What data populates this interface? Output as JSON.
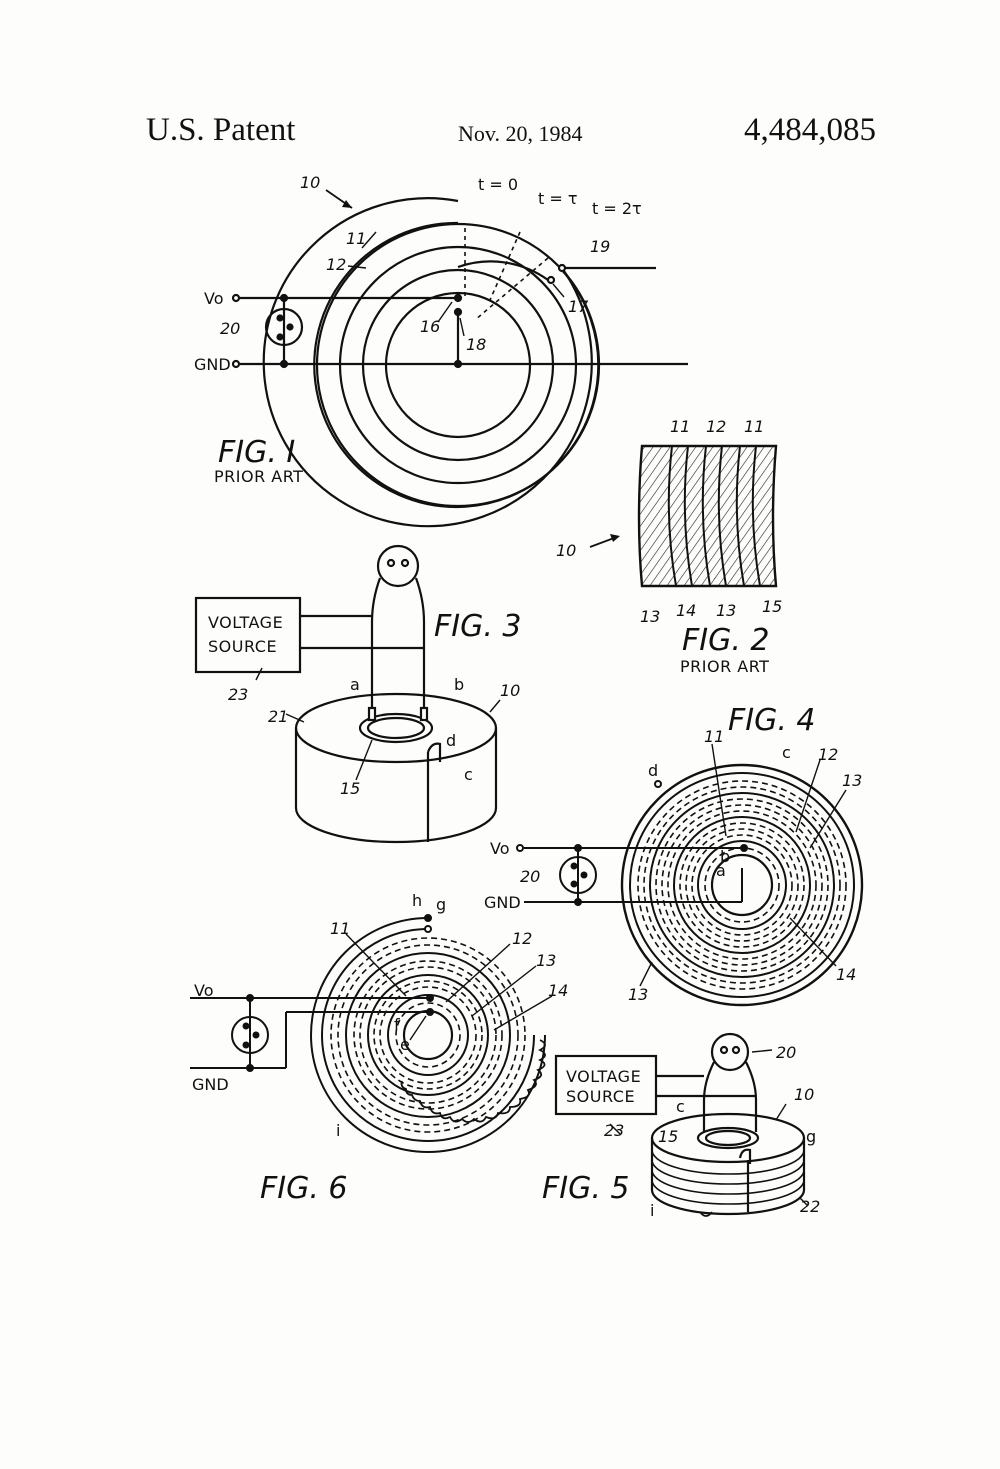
{
  "header": {
    "left": "U.S. Patent",
    "date": "Nov. 20, 1984",
    "number": "4,484,085"
  },
  "fig1": {
    "title": "FIG. I",
    "caption": "PRIOR ART",
    "ref_10": "10",
    "ref_11": "11",
    "ref_12": "12",
    "ref_16": "16",
    "ref_17": "17",
    "ref_18": "18",
    "ref_19": "19",
    "ref_20": "20",
    "vo": "Vo",
    "gnd": "GND",
    "t0": "t = 0",
    "t1": "t = τ",
    "t2": "t = 2τ"
  },
  "fig2": {
    "title": "FIG. 2",
    "caption": "PRIOR ART",
    "ref_10": "10",
    "top_11a": "11",
    "top_12": "12",
    "top_11b": "11",
    "bot_13a": "13",
    "bot_14": "14",
    "bot_13b": "13",
    "bot_15": "15"
  },
  "fig3": {
    "title": "FIG. 3",
    "box_line1": "VOLTAGE",
    "box_line2": "SOURCE",
    "ref_23": "23",
    "ref_21": "21",
    "ref_10": "10",
    "ref_15": "15",
    "a": "a",
    "b": "b",
    "c": "c",
    "d": "d"
  },
  "fig4": {
    "title": "FIG. 4",
    "ref_11": "11",
    "ref_12": "12",
    "ref_13a": "13",
    "ref_13b": "13",
    "ref_14": "14",
    "ref_20": "20",
    "vo": "Vo",
    "gnd": "GND",
    "a": "a",
    "b": "b",
    "c": "c",
    "d": "d"
  },
  "fig5": {
    "title": "FIG. 5",
    "box_line1": "VOLTAGE",
    "box_line2": "SOURCE",
    "ref_23": "23",
    "ref_20": "20",
    "ref_10": "10",
    "ref_15": "15",
    "ref_22": "22",
    "c": "c",
    "g": "g",
    "i": "i"
  },
  "fig6": {
    "title": "FIG. 6",
    "ref_11": "11",
    "ref_12": "12",
    "ref_13": "13",
    "ref_14": "14",
    "vo": "Vo",
    "gnd": "GND",
    "e": "e",
    "f": "f",
    "g": "g",
    "h": "h",
    "i": "i"
  }
}
